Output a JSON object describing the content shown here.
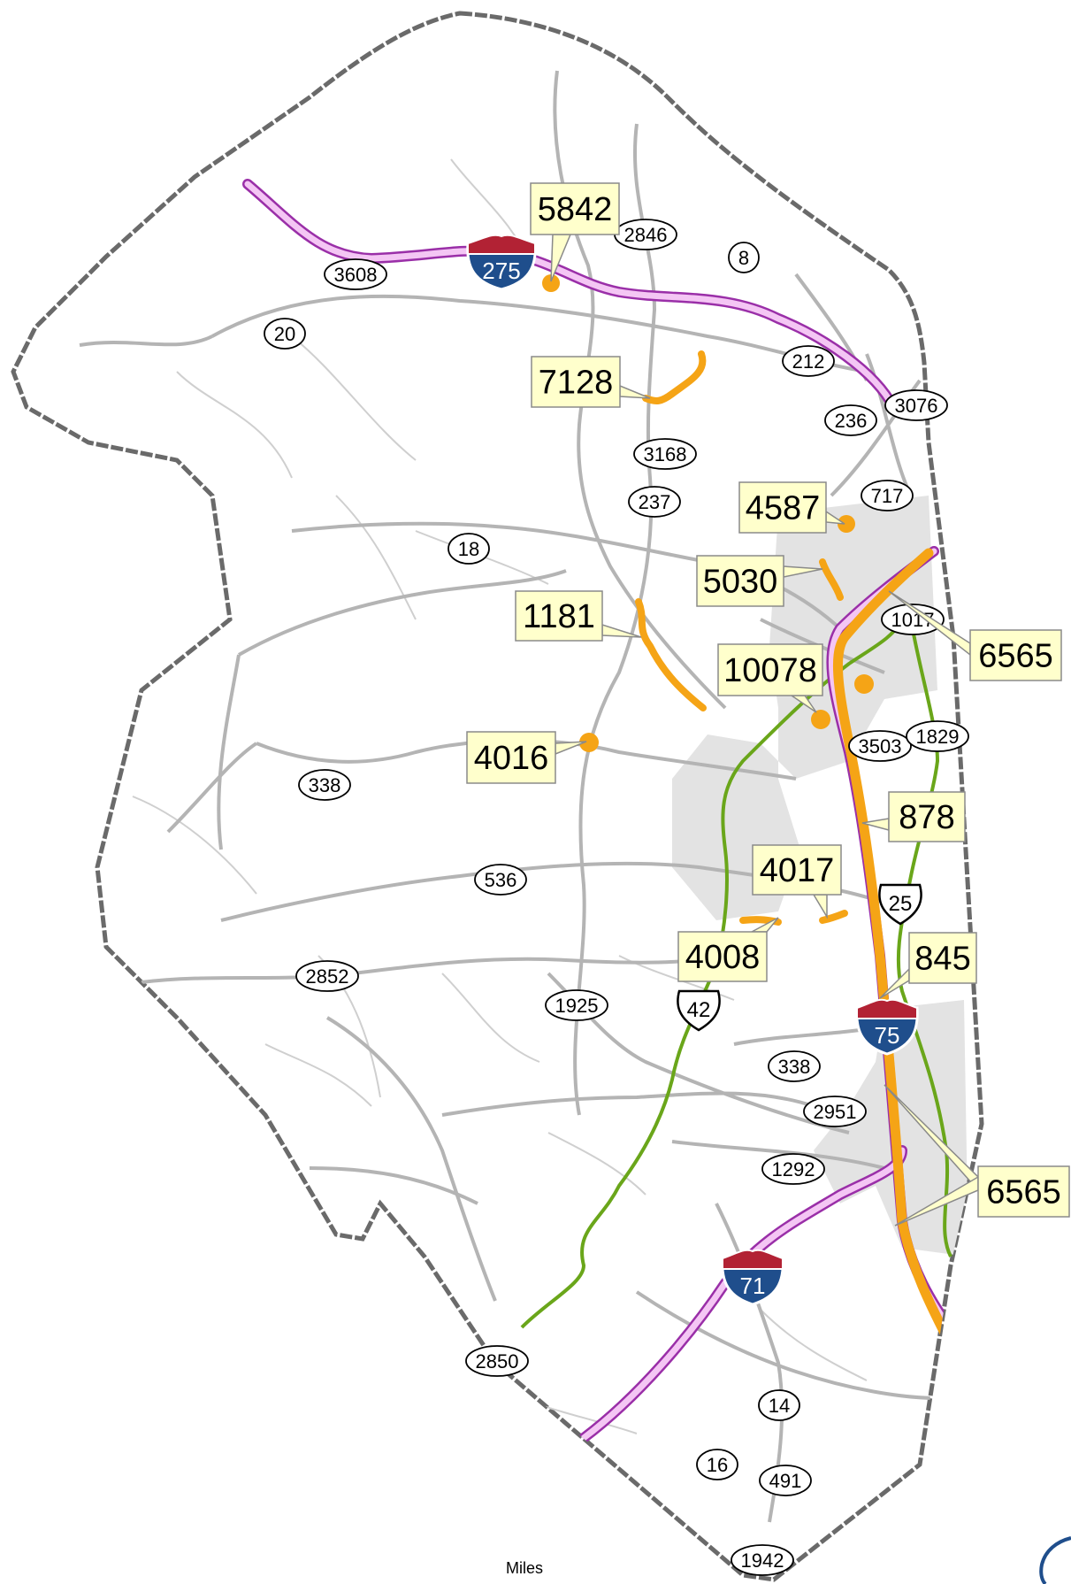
{
  "colors": {
    "county_border": "#6a6a6a",
    "road": "#b4b4b4",
    "local_road": "#cfcfcf",
    "urban": "#e3e3e3",
    "interstate": "#f4c6f4",
    "interstate_outline": "#9a2fa8",
    "us_route": "#6aa61a",
    "count_segment": "#f5a416",
    "callout_fill": "#ffffcc",
    "shield_blue": "#1f4e8c",
    "shield_red": "#b22234"
  },
  "interstate_shields": [
    {
      "id": "i275",
      "label": "275"
    },
    {
      "id": "i75",
      "label": "75"
    },
    {
      "id": "i71",
      "label": "71"
    }
  ],
  "us_shields": [
    {
      "id": "us25",
      "label": "25"
    },
    {
      "id": "us42",
      "label": "42"
    }
  ],
  "route_labels": [
    {
      "id": "r3608",
      "label": "3608"
    },
    {
      "id": "r2846",
      "label": "2846"
    },
    {
      "id": "r8",
      "label": "8"
    },
    {
      "id": "r20",
      "label": "20"
    },
    {
      "id": "r212",
      "label": "212"
    },
    {
      "id": "r3076",
      "label": "3076"
    },
    {
      "id": "r236",
      "label": "236"
    },
    {
      "id": "r3168",
      "label": "3168"
    },
    {
      "id": "r237",
      "label": "237"
    },
    {
      "id": "r717",
      "label": "717"
    },
    {
      "id": "r18",
      "label": "18"
    },
    {
      "id": "r1017",
      "label": "1017"
    },
    {
      "id": "r3503",
      "label": "3503"
    },
    {
      "id": "r1829",
      "label": "1829"
    },
    {
      "id": "r338a",
      "label": "338"
    },
    {
      "id": "r536",
      "label": "536"
    },
    {
      "id": "r2852",
      "label": "2852"
    },
    {
      "id": "r1925",
      "label": "1925"
    },
    {
      "id": "r338b",
      "label": "338"
    },
    {
      "id": "r2951",
      "label": "2951"
    },
    {
      "id": "r1292",
      "label": "1292"
    },
    {
      "id": "r2850",
      "label": "2850"
    },
    {
      "id": "r14",
      "label": "14"
    },
    {
      "id": "r16",
      "label": "16"
    },
    {
      "id": "r491",
      "label": "491"
    },
    {
      "id": "r1942",
      "label": "1942"
    }
  ],
  "traffic_counts": [
    {
      "id": "c5842",
      "value": "5842"
    },
    {
      "id": "c7128",
      "value": "7128"
    },
    {
      "id": "c4587",
      "value": "4587"
    },
    {
      "id": "c5030",
      "value": "5030"
    },
    {
      "id": "c1181",
      "value": "1181"
    },
    {
      "id": "c6565a",
      "value": "6565"
    },
    {
      "id": "c10078",
      "value": "10078"
    },
    {
      "id": "c4016",
      "value": "4016"
    },
    {
      "id": "c878",
      "value": "878"
    },
    {
      "id": "c4017",
      "value": "4017"
    },
    {
      "id": "c4008",
      "value": "4008"
    },
    {
      "id": "c845",
      "value": "845"
    },
    {
      "id": "c6565b",
      "value": "6565"
    }
  ],
  "scale": {
    "unit_label": "Miles"
  }
}
